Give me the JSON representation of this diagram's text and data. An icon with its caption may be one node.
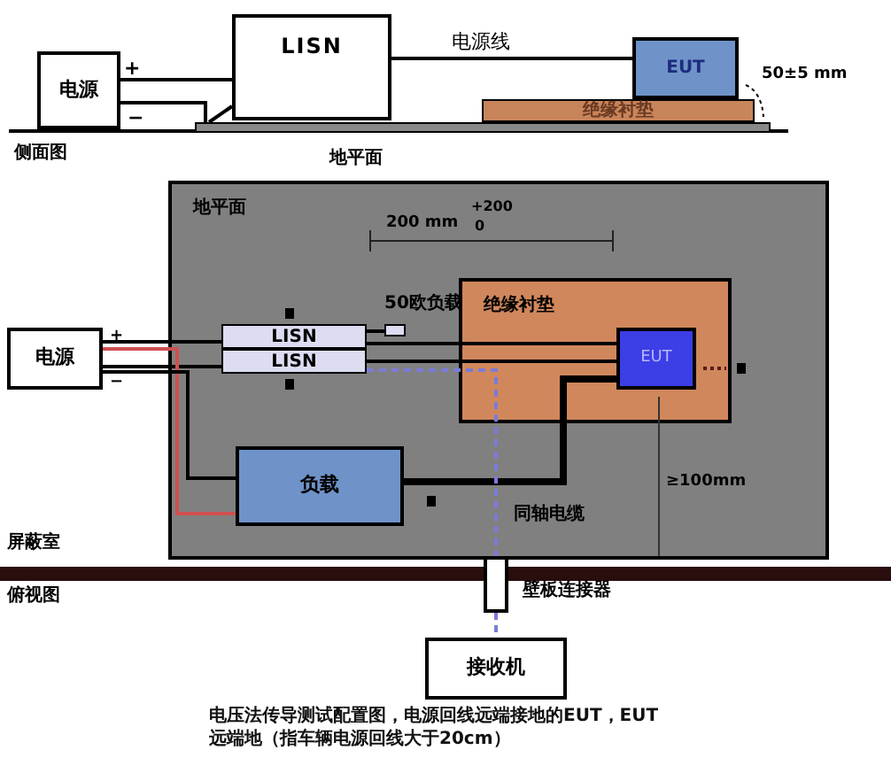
{
  "diagram": {
    "caption": "电压法传导测试配置图，电源回线远端接地的EUT，EUT远端地（指车辆电源回线大于20cm）",
    "nodes": [
      {
        "text": [
          "电源"
        ]
      },
      {
        "text": [
          "LISN"
        ]
      },
      {
        "text": [
          "EUT"
        ]
      },
      {
        "text": [
          "绝缘衬垫"
        ]
      },
      {
        "text": [
          "地平面"
        ]
      },
      {
        "text": [
          "地平面"
        ]
      },
      {
        "text": [
          "绝缘衬垫"
        ],
        "in": 5
      },
      {
        "text": [
          "EUT"
        ],
        "in": 6
      },
      {
        "text": [
          "LISN"
        ],
        "in": 5
      },
      {
        "text": [
          "LISN"
        ],
        "in": 5
      },
      {
        "text": [
          "50欧负载"
        ],
        "in": 5
      },
      {
        "text": [
          "负载"
        ],
        "in": 5
      },
      {
        "text": [
          "电源"
        ]
      },
      {
        "text": [],
        "shape": "box",
        "beside": [
          "壁板连接器"
        ]
      },
      {
        "text": [
          "接收机"
        ]
      }
    ],
    "edges": [
      {
        "from": 0,
        "to": 1,
        "arrow": "none"
      },
      {
        "from": 0,
        "to": 4,
        "arrow": "none"
      },
      {
        "from": 4,
        "to": 1,
        "arrow": "none"
      },
      {
        "from": 1,
        "to": 2,
        "arrow": "none",
        "label": "电源线"
      },
      {
        "from": 12,
        "to": 8,
        "arrow": "none"
      },
      {
        "from": 12,
        "to": 9,
        "arrow": "none"
      },
      {
        "from": 8,
        "to": 7,
        "arrow": "none"
      },
      {
        "from": 9,
        "to": 7,
        "arrow": "none"
      },
      {
        "from": 8,
        "to": 10,
        "arrow": "none"
      },
      {
        "from": 11,
        "to": 7,
        "arrow": "none",
        "style": "thick"
      },
      {
        "from": 12,
        "to": 11,
        "arrow": "none",
        "color": "#d05050"
      },
      {
        "from": 12,
        "to": 11,
        "arrow": "none"
      },
      {
        "from": 9,
        "to": 13,
        "arrow": "none",
        "style": "dashed",
        "color": "#7b7bd8"
      },
      {
        "from": 13,
        "to": 14,
        "arrow": "none",
        "style": "dashed",
        "color": "#7b7bd8"
      }
    ],
    "labels": [
      "+",
      "−",
      "50±5 mm",
      "侧面图",
      "200 mm",
      "+200",
      "0",
      "+",
      "−",
      "≥100mm",
      "同轴电缆",
      "屏蔽室",
      "俯视图"
    ]
  }
}
